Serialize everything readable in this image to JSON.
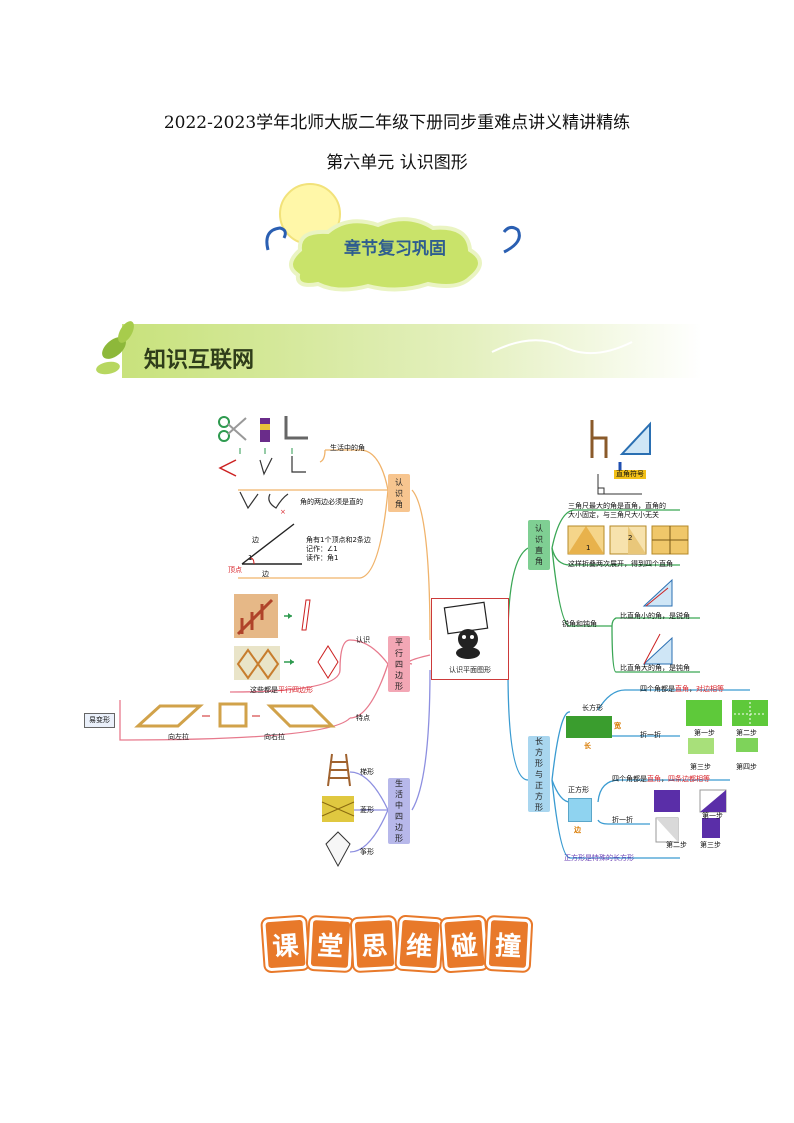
{
  "header": {
    "title": "2022-2023学年北师大版二年级下册同步重难点讲义精讲精练",
    "subtitle": "第六单元  认识图形"
  },
  "banners": {
    "chapter_review": "章节复习巩固",
    "knowledge_network": "知识互联网",
    "classroom": [
      "课",
      "堂",
      "思",
      "维",
      "碰",
      "撞"
    ]
  },
  "mindmap": {
    "center": "认识平面图形",
    "branches": {
      "angle": {
        "label": [
          "认",
          "识",
          "角"
        ],
        "life_angles": "生活中的角",
        "sides_straight": "角的两边必须是直的",
        "parts": {
          "vertex": "顶点",
          "side_top": "边",
          "side_bottom": "边",
          "num": "1"
        },
        "desc": [
          "角有1个顶点和2条边",
          "记作：∠1",
          "读作：角1"
        ]
      },
      "parallelogram": {
        "label": [
          "平",
          "行",
          "四",
          "边",
          "形"
        ],
        "recognize": "认识",
        "caption_pre": "这些都是",
        "caption_hl": "平行四边形",
        "feature": "特点",
        "deform": "易变形",
        "pull_left": "向左拉",
        "pull_right": "向右拉"
      },
      "life_quads": {
        "label": [
          "生",
          "活",
          "中",
          "四",
          "边",
          "形"
        ],
        "items": [
          "梯形",
          "菱形",
          "筝形"
        ]
      },
      "right_angle": {
        "label": [
          "认",
          "识",
          "直",
          "角"
        ],
        "symbol": "直角符号",
        "triangle_ruler": [
          "三角尺最大的角是直角，直角的",
          "大小固定，与三角尺大小无关"
        ],
        "fold": "这样折叠两次展开，得到四个直角",
        "fold_nums": [
          "1",
          "2"
        ],
        "acute_obtuse": "锐角和钝角",
        "acute": "比直角小的角，是锐角",
        "obtuse": "比直角大的角，是钝角"
      },
      "rect_square": {
        "label": [
          "长",
          "方",
          "形",
          "与",
          "正",
          "方",
          "形"
        ],
        "rect": "长方形",
        "width": "宽",
        "length": "长",
        "rect_feature_pre": "四个角都是",
        "rect_feature_hl1": "直角",
        "rect_feature_mid": "，",
        "rect_feature_hl2": "对边相等",
        "fold": "折一折",
        "steps": [
          "第一步",
          "第二步",
          "第三步",
          "第四步"
        ],
        "square": "正方形",
        "side": "边",
        "sq_feature_pre": "四个角都是",
        "sq_feature_hl1": "直角",
        "sq_feature_mid": "，",
        "sq_feature_hl2": "四条边都相等",
        "sq_steps": [
          "第一步",
          "第二步",
          "第三步"
        ],
        "special": "正方形是特殊的长方形"
      }
    }
  },
  "colors": {
    "angle_box": "#f7c58f",
    "para_box": "#f3a7b5",
    "life_box": "#b7b8ea",
    "right_box": "#7fcf93",
    "rect_box": "#a9d6ef",
    "banner_green": "#9ac43a",
    "orange": "#e8792a"
  }
}
